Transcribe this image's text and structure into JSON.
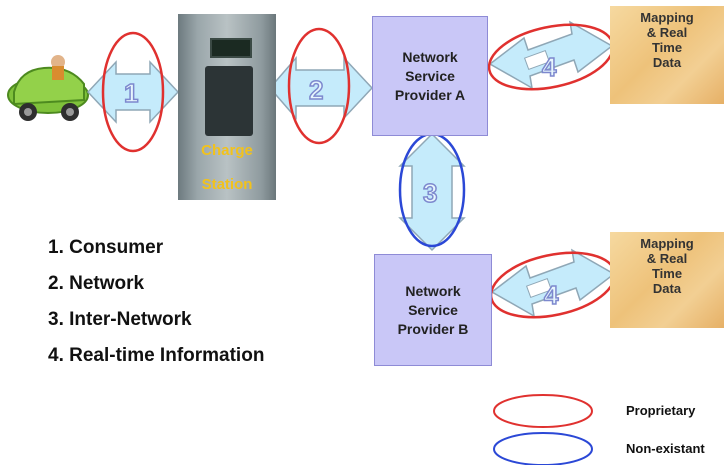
{
  "station": {
    "label_line1": "Charge",
    "label_line2": "Station"
  },
  "provider_a": {
    "line1": "Network",
    "line2": "Service",
    "line3": "Provider A"
  },
  "provider_b": {
    "line1": "Network",
    "line2": "Service",
    "line3": "Provider B"
  },
  "map_top": {
    "line1": "Mapping",
    "line2": "& Real",
    "line3": "Time",
    "line4": "Data"
  },
  "map_bottom": {
    "line1": "Mapping",
    "line2": "& Real",
    "line3": "Time",
    "line4": "Data"
  },
  "arrow_numbers": [
    "1",
    "2",
    "3",
    "4",
    "4"
  ],
  "list": [
    "1. Consumer",
    "2. Network",
    "3. Inter-Network",
    "4. Real-time Information"
  ],
  "legend": {
    "proprietary": "Proprietary",
    "nonexistant": "Non-existant"
  },
  "colors": {
    "proprietary": "#e0312f",
    "nonexistant": "#2b48d6",
    "arrow_fill": "#c5ebfb",
    "box_fill": "#c9c7f7",
    "station_text": "#f2c21b"
  }
}
